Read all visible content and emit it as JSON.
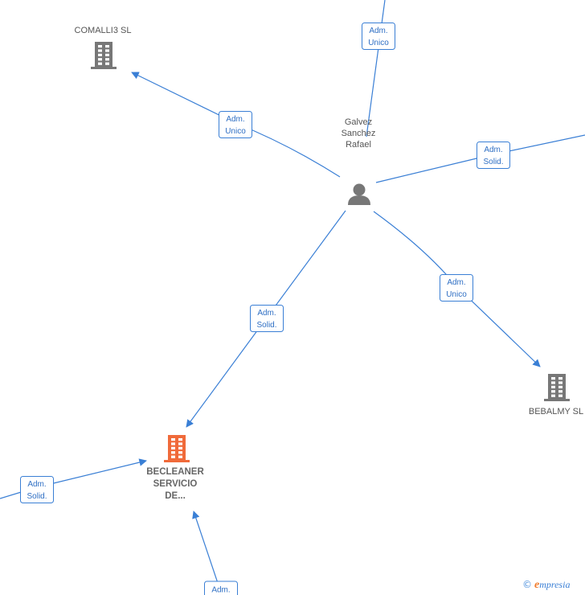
{
  "nodes": [
    {
      "id": "galvez",
      "type": "person",
      "lines": [
        "Galvez",
        "Sanchez",
        "Rafael"
      ],
      "color": "#777777",
      "bold": false
    },
    {
      "id": "comalli3",
      "type": "company",
      "lines": [
        "COMALLI3  SL"
      ],
      "color": "#777777",
      "bold": false
    },
    {
      "id": "bebalmy",
      "type": "company",
      "lines": [
        "BEBALMY  SL"
      ],
      "color": "#777777",
      "bold": false
    },
    {
      "id": "becleaner",
      "type": "company",
      "lines": [
        "BECLEANER",
        "SERVICIO",
        "DE..."
      ],
      "color": "#f06a3a",
      "bold": true
    }
  ],
  "edges": [
    {
      "id": "e-top",
      "label": [
        "Adm.",
        "Unico"
      ]
    },
    {
      "id": "e-comalli3",
      "label": [
        "Adm.",
        "Unico"
      ]
    },
    {
      "id": "e-right",
      "label": [
        "Adm.",
        "Solid."
      ]
    },
    {
      "id": "e-bebalmy",
      "label": [
        "Adm.",
        "Unico"
      ]
    },
    {
      "id": "e-becleaner",
      "label": [
        "Adm.",
        "Solid."
      ]
    },
    {
      "id": "e-left",
      "label": [
        "Adm.",
        "Solid."
      ]
    },
    {
      "id": "e-bottom",
      "label": [
        "Adm."
      ]
    }
  ],
  "branding": {
    "copyright": "©",
    "brand_initial": "e",
    "brand_rest": "mpresia"
  }
}
